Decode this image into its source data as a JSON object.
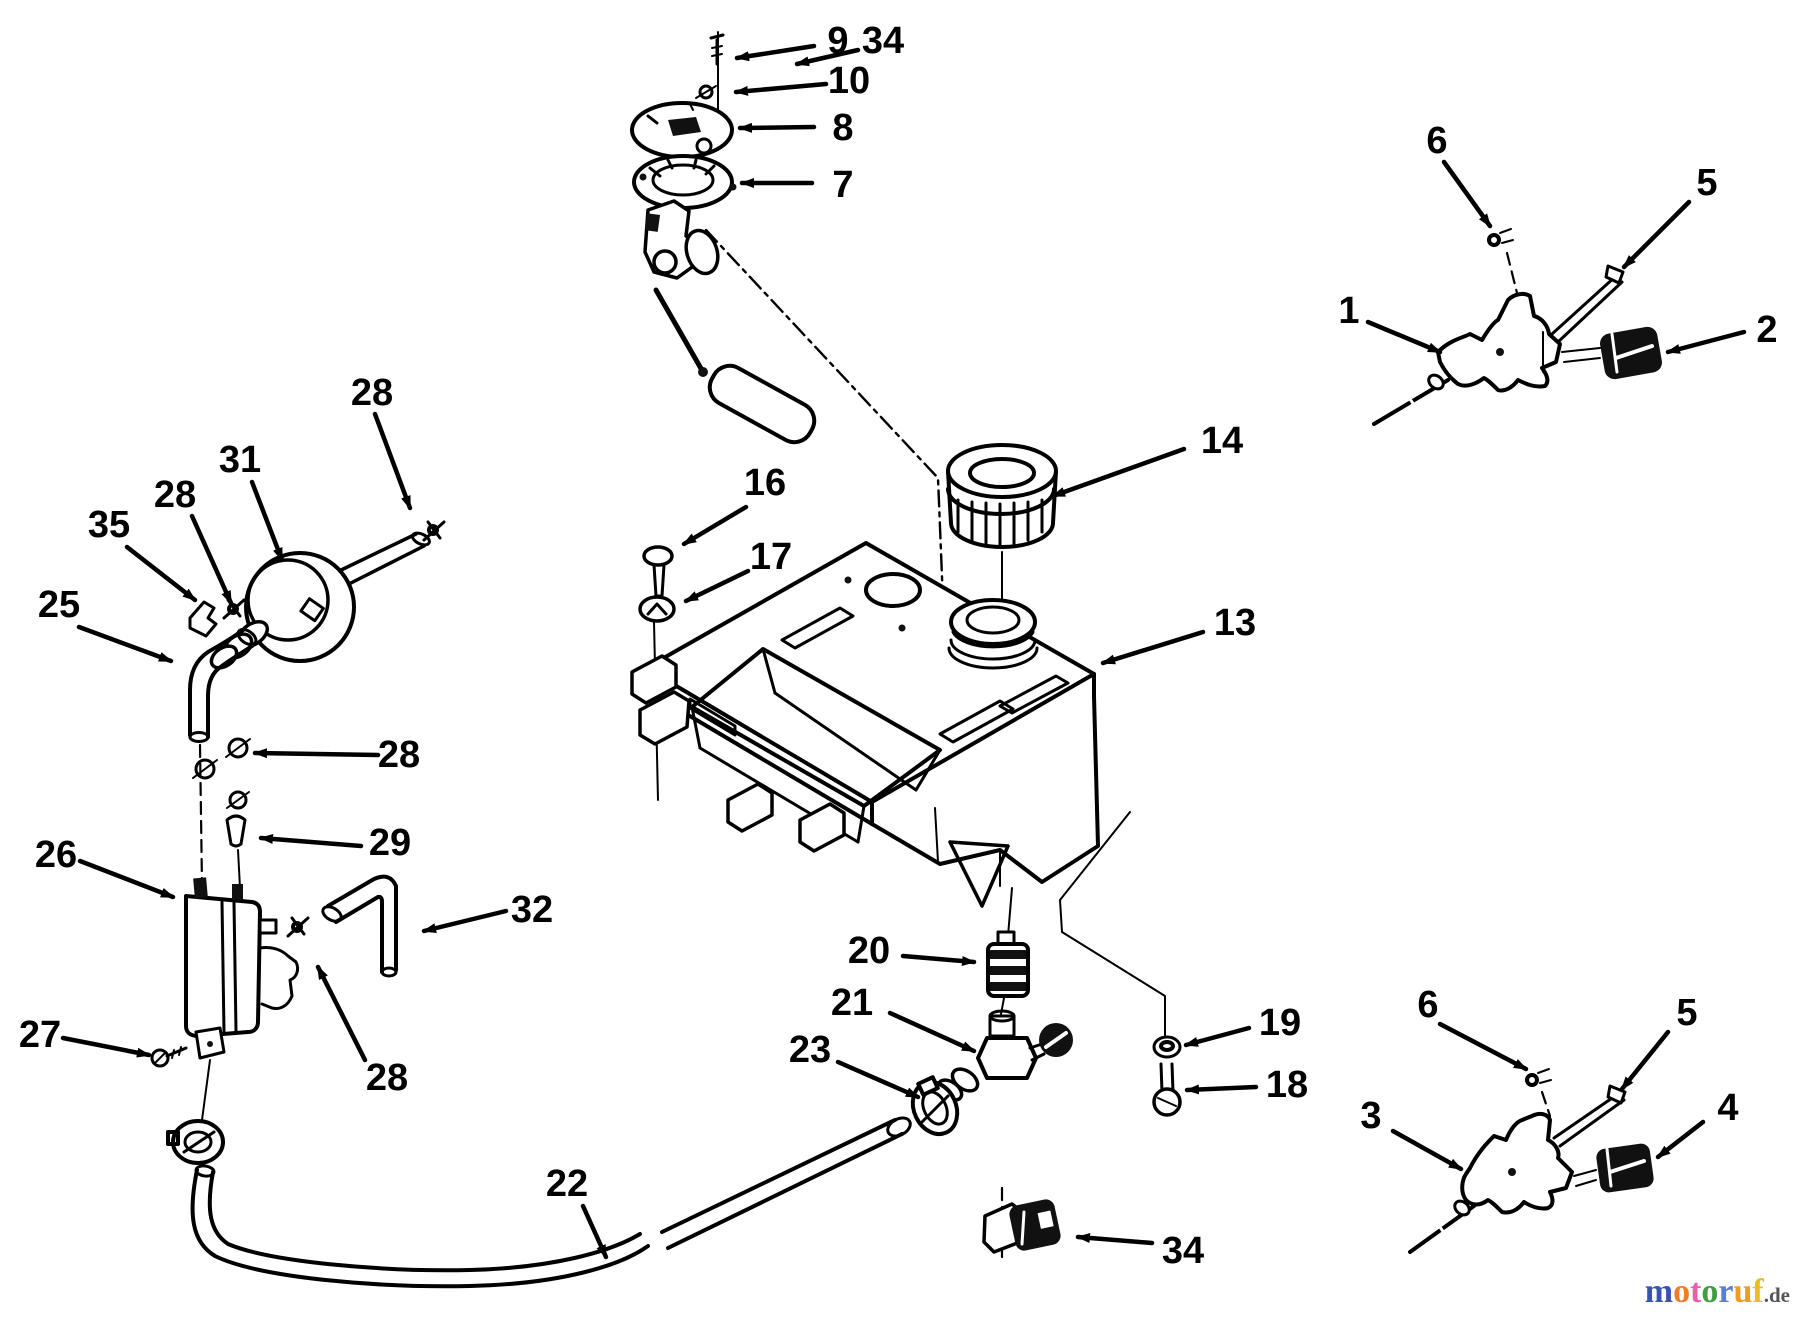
{
  "diagram": {
    "description_labels": {
      "gauge_screw": "9",
      "gauge_clip": "34",
      "gauge_nut": "10",
      "gauge_cap": "8",
      "gauge_ring": "7",
      "upper_screw": "6",
      "upper_rod": "5",
      "upper_bracket": "1",
      "upper_knob": "2",
      "filter_clamp_top": "28",
      "filter": "31",
      "filter_clamp_in": "28",
      "clip": "35",
      "elbow_hose": "25",
      "tank_screw": "16",
      "tank_washer": "17",
      "fuel_cap": "14",
      "fuel_tank": "13",
      "hose_clamps": "28",
      "grommet": "29",
      "fuel_pump": "26",
      "pump_elbow": "32",
      "pump_screw": "27",
      "pump_clamp": "28",
      "outlet_fitting": "20",
      "tee_valve": "21",
      "line_clamp": "23",
      "washer": "19",
      "bolt": "18",
      "fuel_line": "22",
      "cable_clamp": "34",
      "lower_screw": "6",
      "lower_rod": "5",
      "lower_bracket": "3",
      "lower_knob": "4"
    },
    "callouts": [
      {
        "label": "9"
      },
      {
        "label": "34"
      },
      {
        "label": "10"
      },
      {
        "label": "8"
      },
      {
        "label": "7"
      },
      {
        "label": "6"
      },
      {
        "label": "5"
      },
      {
        "label": "1"
      },
      {
        "label": "2"
      },
      {
        "label": "28"
      },
      {
        "label": "31"
      },
      {
        "label": "28"
      },
      {
        "label": "35"
      },
      {
        "label": "25"
      },
      {
        "label": "16"
      },
      {
        "label": "17"
      },
      {
        "label": "14"
      },
      {
        "label": "13"
      },
      {
        "label": "28"
      },
      {
        "label": "29"
      },
      {
        "label": "26"
      },
      {
        "label": "32"
      },
      {
        "label": "27"
      },
      {
        "label": "28"
      },
      {
        "label": "20"
      },
      {
        "label": "21"
      },
      {
        "label": "23"
      },
      {
        "label": "19"
      },
      {
        "label": "18"
      },
      {
        "label": "22"
      },
      {
        "label": "34"
      },
      {
        "label": "6"
      },
      {
        "label": "5"
      },
      {
        "label": "3"
      },
      {
        "label": "4"
      }
    ]
  },
  "logo": {
    "letters": [
      {
        "ch": "m",
        "color": "#3953b3"
      },
      {
        "ch": "o",
        "color": "#ee7d24"
      },
      {
        "ch": "t",
        "color": "#ea5fa8"
      },
      {
        "ch": "o",
        "color": "#3f9e3f"
      },
      {
        "ch": "r",
        "color": "#5b7fd6"
      },
      {
        "ch": "u",
        "color": "#f09b25"
      },
      {
        "ch": "f",
        "color": "#e8bd28"
      }
    ],
    "suffix": ".de",
    "suffix_color": "#555555"
  }
}
